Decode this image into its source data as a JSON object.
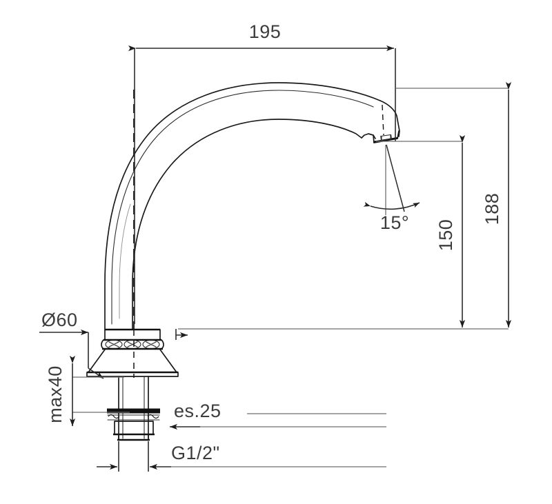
{
  "drawing": {
    "title": "Faucet spout dimensional drawing",
    "units_note": "",
    "line_color": "#1a1a1a",
    "dimension_color": "#2b2b2b",
    "text_color": "#3c3c3c",
    "background": "#ffffff"
  },
  "dimensions": {
    "reach": {
      "label": "195",
      "orientation": "horizontal",
      "position": "top"
    },
    "spout_height": {
      "label": "150",
      "orientation": "vertical",
      "position": "right-inner"
    },
    "overall_height": {
      "label": "188",
      "orientation": "vertical",
      "position": "right-outer"
    },
    "flange_diameter": {
      "label": "Ø60",
      "orientation": "horizontal",
      "position": "left-upper"
    },
    "max_thickness": {
      "label": "max40",
      "orientation": "vertical",
      "position": "left-lower"
    },
    "shank_length": {
      "label": "es.25",
      "orientation": "horizontal-leader",
      "position": "lower-right-of-shank"
    },
    "thread": {
      "label": "G1/2\"",
      "orientation": "horizontal-leader",
      "position": "bottom"
    },
    "outlet_angle": {
      "label": "15°",
      "orientation": "angular",
      "position": "below-spout-tip"
    }
  },
  "annotations": {
    "centerline_name": "axis-centerline",
    "arrow_style": "filled-triangle"
  }
}
